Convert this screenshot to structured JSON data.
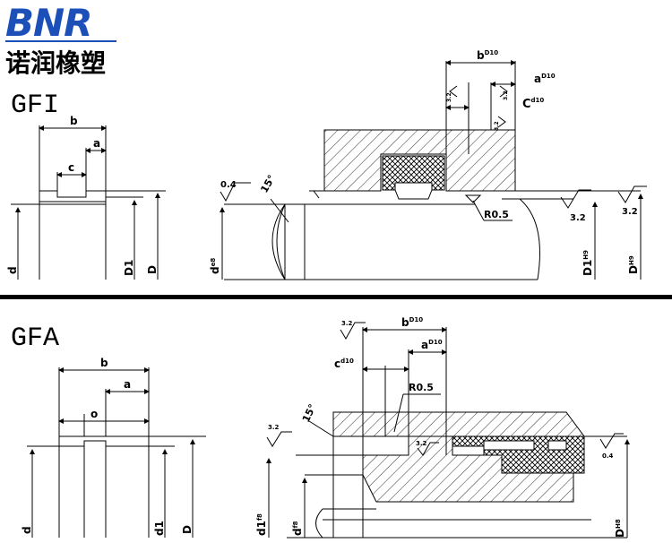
{
  "brand": {
    "logo_text": "BNR",
    "company_name": "诺润橡塑",
    "color": "#1d4fb8"
  },
  "gfi": {
    "title": "GFI",
    "profile": {
      "b": "b",
      "a": "a",
      "c": "c",
      "d": "d",
      "D1": "D1",
      "D": "D"
    },
    "assembly": {
      "b": "b",
      "b_tol": "D10",
      "a": "a",
      "a_tol": "D10",
      "c": "C",
      "c_tol": "d10",
      "roughness_left": "0.4",
      "angle": "15°",
      "radius": "R0.5",
      "roughness_1": "3.2",
      "roughness_2": "3.2",
      "roughness_small": [
        "3.2",
        "3.2",
        "3.2"
      ],
      "d": "d",
      "d_tol": "e8",
      "D1": "D1",
      "D1_tol": "H9",
      "D": "D",
      "D_tol": "H9"
    }
  },
  "gfa": {
    "title": "GFA",
    "profile": {
      "b": "b",
      "a": "a",
      "o": "o",
      "d": "d",
      "d1": "d1",
      "D": "D"
    },
    "assembly": {
      "roughness_top": "3.2",
      "b": "b",
      "b_tol": "D10",
      "a": "a",
      "a_tol": "D10",
      "c": "c",
      "c_tol": "d10",
      "radius": "R0.5",
      "angle": "15°",
      "roughness_left": "3.2",
      "roughness_mid": "3.2",
      "roughness_right": "0.4",
      "d1": "d1",
      "d1_tol": "f8",
      "d": "d",
      "d_tol": "f8",
      "D": "D",
      "D_tol": "H8"
    }
  },
  "colors": {
    "line": "#000000",
    "divider": "#000000",
    "background": "#ffffff"
  }
}
